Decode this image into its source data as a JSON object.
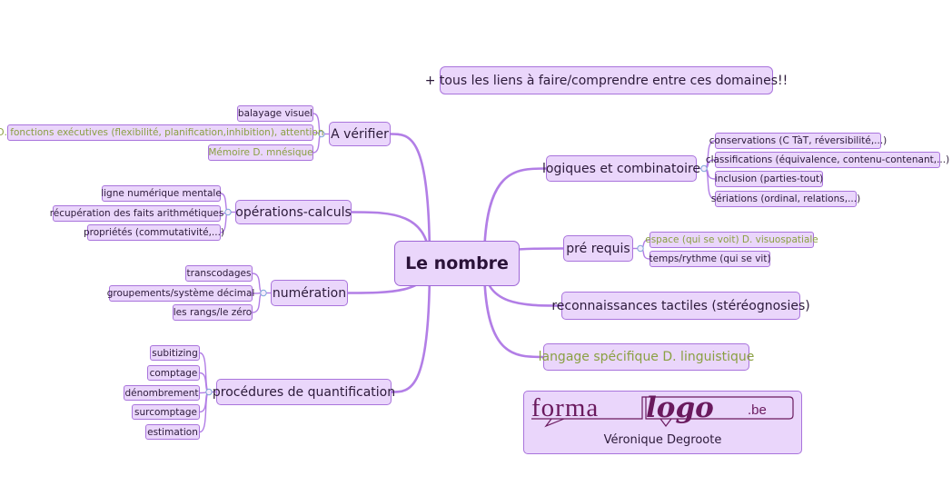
{
  "root": {
    "label": "Le nombre"
  },
  "note": {
    "label": "+ tous les liens à faire/comprendre entre ces domaines!!"
  },
  "left_branches": [
    {
      "label": "A vérifier",
      "children": [
        {
          "label": "balayage visuel",
          "color": "default"
        },
        {
          "label": "D. fonctions exécutives (flexibilité, planification,inhibition), attention",
          "color": "green"
        },
        {
          "label": "Mémoire D. mnésique",
          "color": "green"
        }
      ]
    },
    {
      "label": "opérations-calculs",
      "children": [
        {
          "label": "ligne numérique mentale",
          "color": "default"
        },
        {
          "label": "récupération des faits arithmétiques",
          "color": "default"
        },
        {
          "label": "propriétés (commutativité,...)",
          "color": "default"
        }
      ]
    },
    {
      "label": "numération",
      "children": [
        {
          "label": "transcodages",
          "color": "default"
        },
        {
          "label": "groupements/système décimal",
          "color": "default"
        },
        {
          "label": "les rangs/le zéro",
          "color": "default"
        }
      ]
    },
    {
      "label": "procédures de quantification",
      "children": [
        {
          "label": "subitizing",
          "color": "default"
        },
        {
          "label": "comptage",
          "color": "default"
        },
        {
          "label": "dénombrement",
          "color": "default"
        },
        {
          "label": "surcomptage",
          "color": "default"
        },
        {
          "label": "estimation",
          "color": "default"
        }
      ]
    }
  ],
  "right_branches": [
    {
      "label": "logiques et combinatoire",
      "children": [
        {
          "label": "conservations (C TàT, réversibilité,...)",
          "color": "default"
        },
        {
          "label": "classifications (équivalence, contenu-contenant,...)",
          "color": "default"
        },
        {
          "label": "inclusion (parties-tout)",
          "color": "default"
        },
        {
          "label": "sériations (ordinal, relations,...)",
          "color": "default"
        }
      ]
    },
    {
      "label": "pré requis",
      "children": [
        {
          "label": "espace (qui se voit) D. visuospatiale",
          "color": "green"
        },
        {
          "label": "temps/rythme (qui se vit)",
          "color": "default"
        }
      ]
    },
    {
      "label": "reconnaissances tactiles (stéréognosies)",
      "children": []
    },
    {
      "label": "langage spécifique D. linguistique",
      "color": "green",
      "children": []
    }
  ],
  "logo": {
    "left": "forma",
    "mid": "logo",
    "right": ".be",
    "author": "Véronique Degroote"
  },
  "colors": {
    "node_fill": "#ead6fb",
    "node_border": "#a974dc",
    "link": "#b27ee6",
    "green_text": "#8aa042"
  }
}
